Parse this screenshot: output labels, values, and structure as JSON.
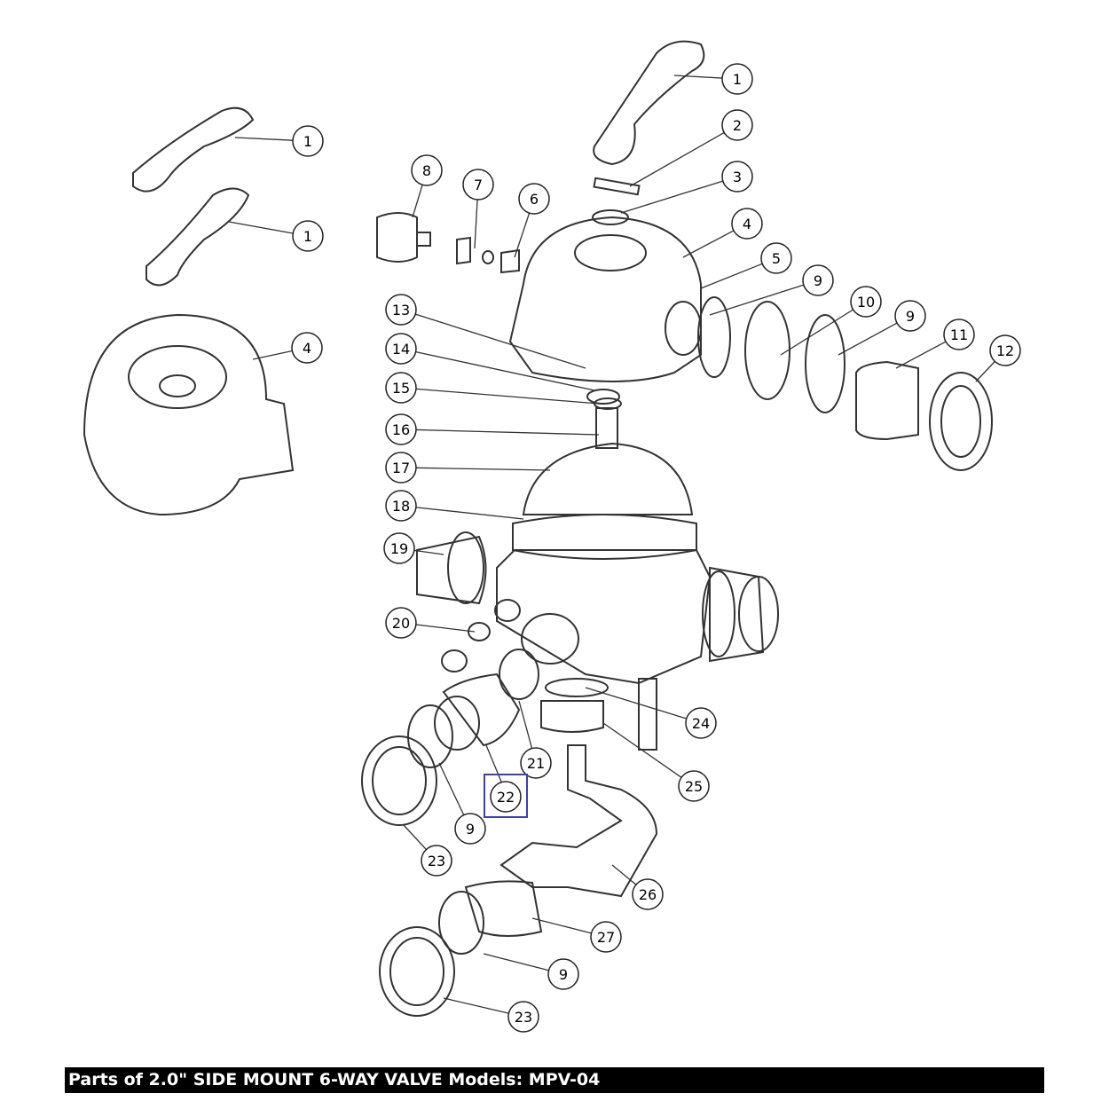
{
  "caption": "Parts of 2.0\" SIDE MOUNT 6-WAY VALVE Models: MPV-04",
  "highlighted_part": "22",
  "highlight_color": "#3a3fb5",
  "callouts": [
    "1",
    "1",
    "1",
    "2",
    "3",
    "4",
    "4",
    "5",
    "6",
    "7",
    "8",
    "9",
    "10",
    "9",
    "11",
    "12",
    "13",
    "14",
    "15",
    "16",
    "17",
    "18",
    "19",
    "20",
    "21",
    "22",
    "9",
    "23",
    "24",
    "25",
    "26",
    "27",
    "9",
    "23"
  ]
}
